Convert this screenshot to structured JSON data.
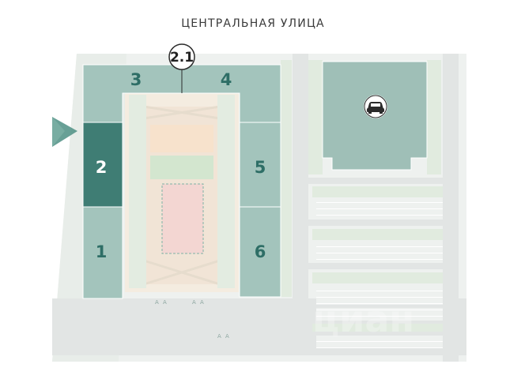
{
  "street_label": "ЦЕНТРАЛЬНАЯ УЛИЦА",
  "section_marker": "2.1",
  "buildings": [
    {
      "id": "1",
      "label": "1",
      "selected": false
    },
    {
      "id": "2",
      "label": "2",
      "selected": true
    },
    {
      "id": "3",
      "label": "3",
      "selected": false
    },
    {
      "id": "4",
      "label": "4",
      "selected": false
    },
    {
      "id": "5",
      "label": "5",
      "selected": false
    },
    {
      "id": "6",
      "label": "6",
      "selected": false
    }
  ],
  "parking_icon": "car-icon",
  "pointer_icon": "selection-pointer-icon",
  "watermark": "циан",
  "colors": {
    "building": "#a3c4bc",
    "building_selected": "#3f7d74",
    "label": "#2e6e66",
    "parking_building": "#9fbfb7",
    "ground": "#f2f4f2",
    "road": "#e2e5e4",
    "lawn": "#e1ebdf",
    "yard_green": "#d3e6cf",
    "playground_orange": "#f7e2cc",
    "sport_field": "#f3d6d2"
  }
}
